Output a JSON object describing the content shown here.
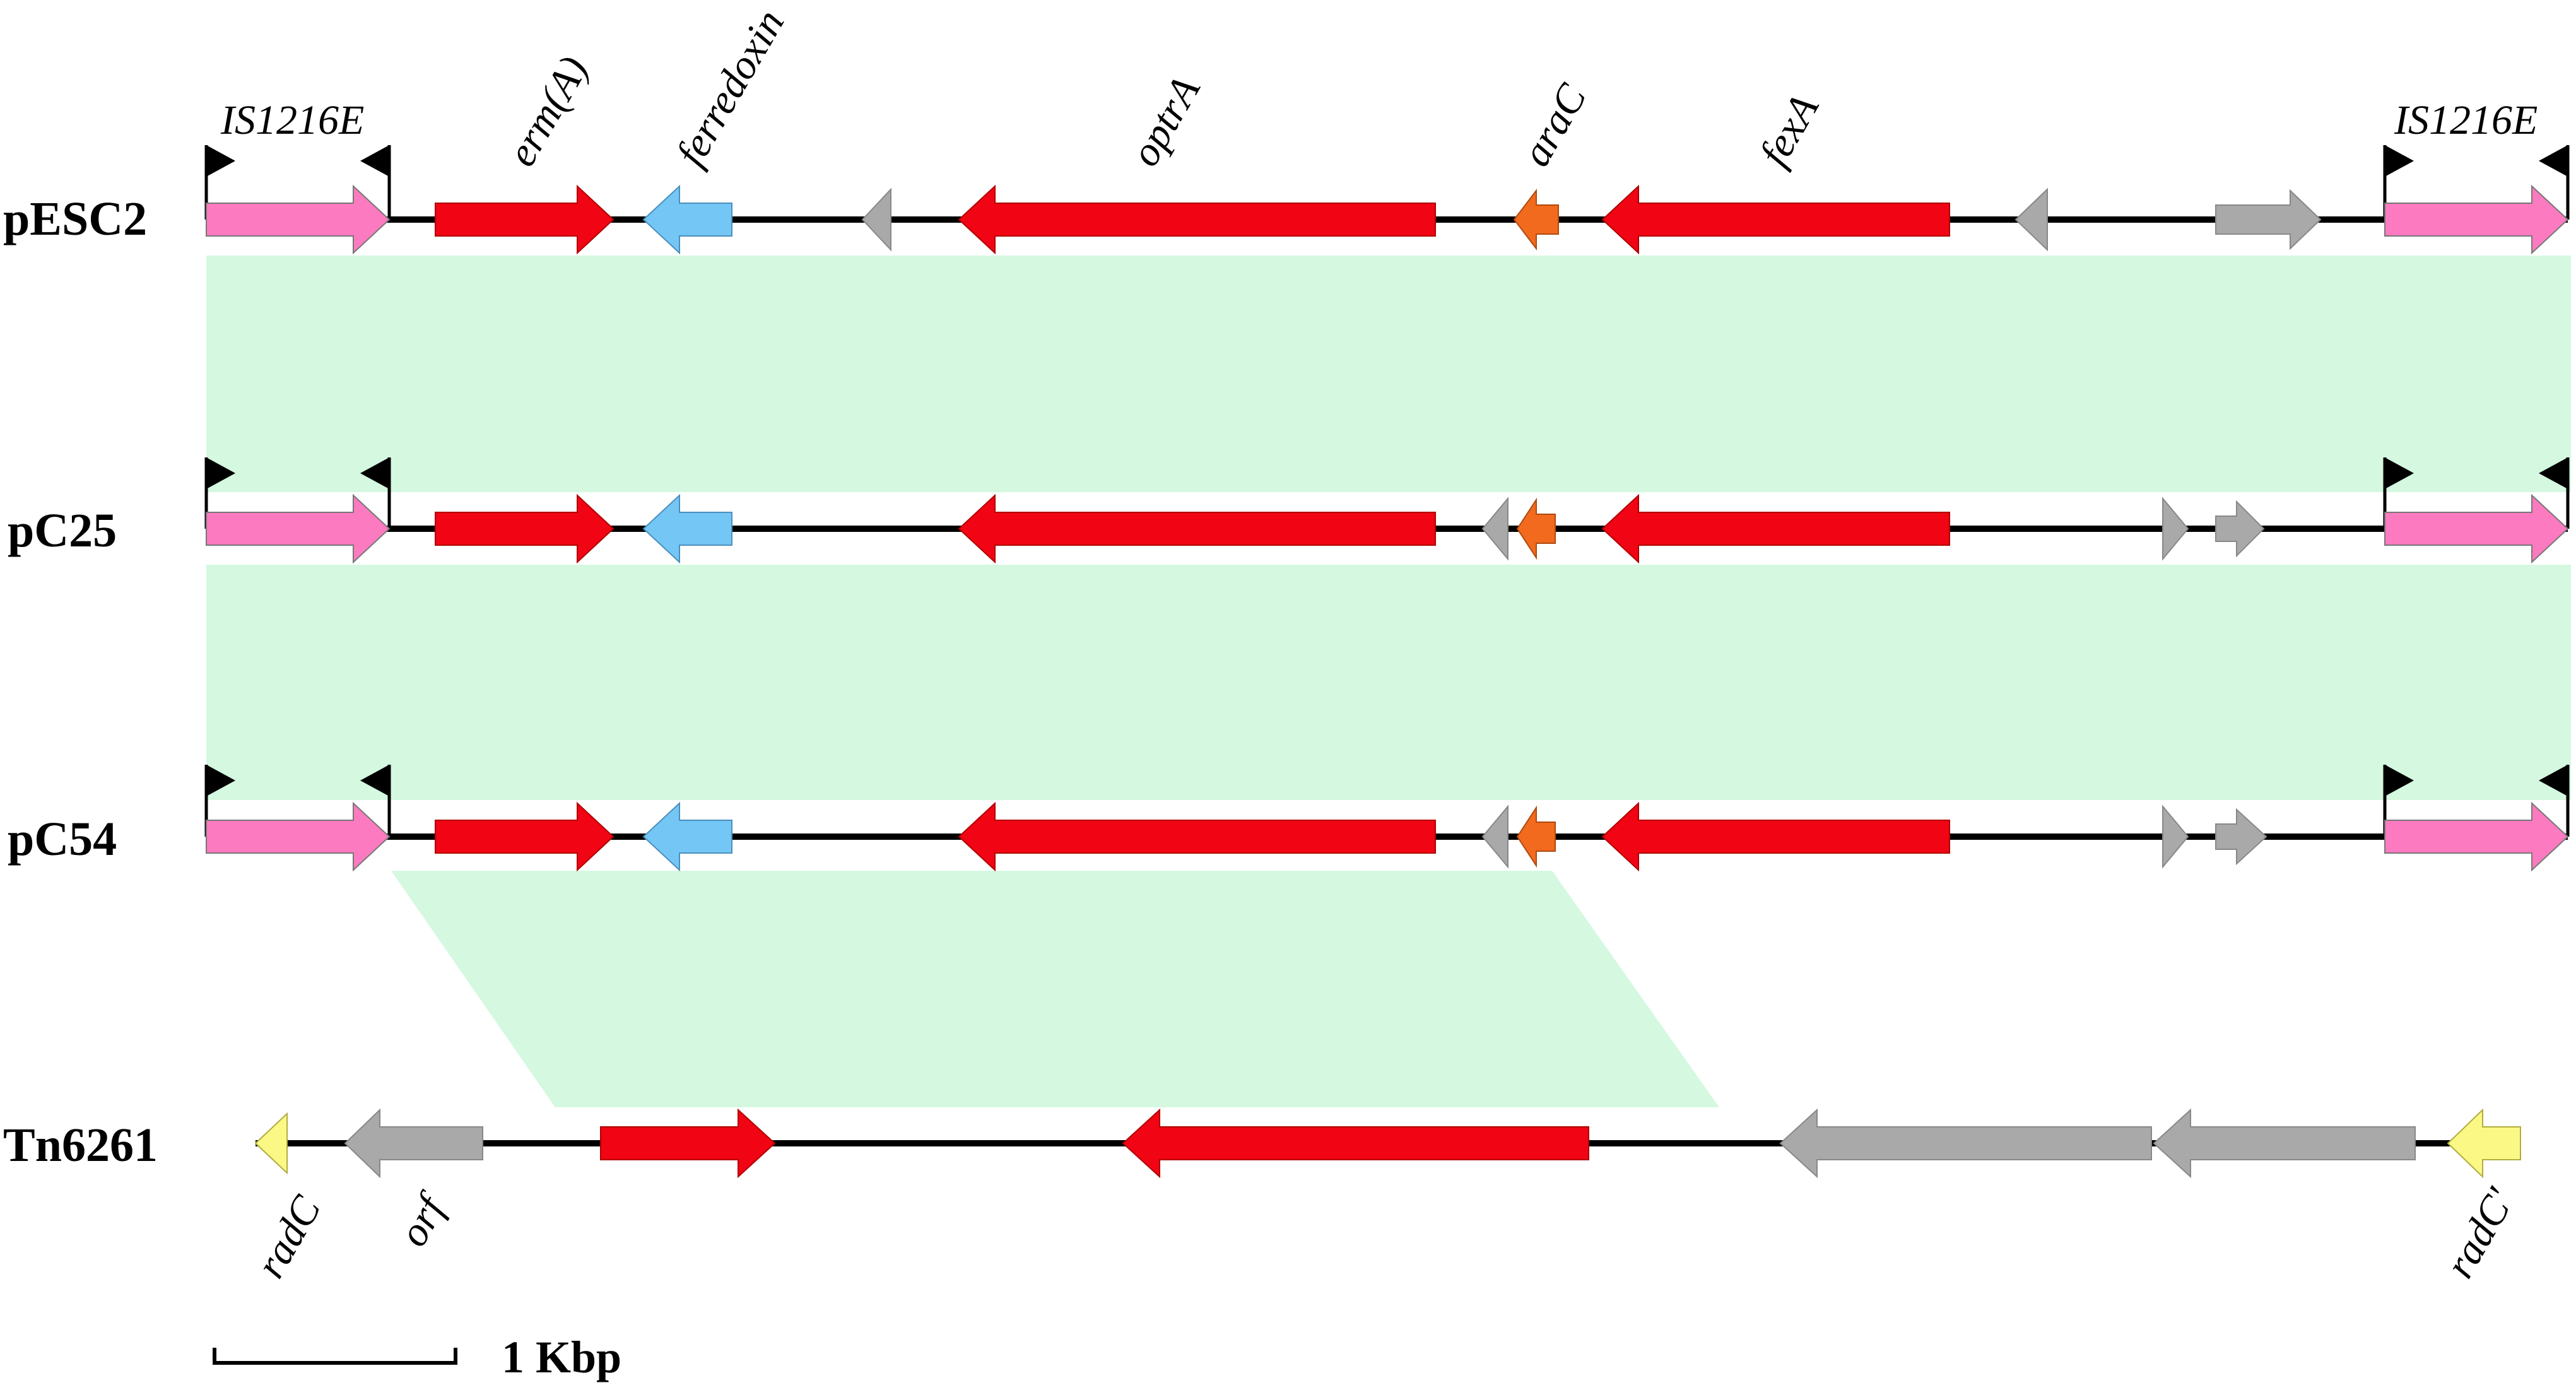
{
  "colors": {
    "resistance": "#f10414",
    "is_element": "#fb7ac0",
    "ferredoxin": "#74c6f4",
    "arac": "#f26a1d",
    "other": "#a9a9a9",
    "radc": "#fbf885",
    "homology": "#d4f8e0",
    "backbone": "#000000"
  },
  "tracks": [
    {
      "id": "pesc2",
      "name": "pESC2",
      "gene_labels": {
        "is_left": "IS1216E",
        "erma": "erm(A)",
        "ferredoxin": "ferredoxin",
        "optra": "optrA",
        "arac": "araC",
        "fexa": "fexA",
        "is_right": "IS1216E"
      }
    },
    {
      "id": "pc25",
      "name": "pC25"
    },
    {
      "id": "pc54",
      "name": "pC54"
    },
    {
      "id": "tn6261",
      "name": "Tn6261",
      "gene_labels": {
        "radc_left": "radC",
        "orf": "orf",
        "radc_right": "radC'"
      }
    }
  ],
  "scale_bar": {
    "label": "1 Kbp"
  }
}
